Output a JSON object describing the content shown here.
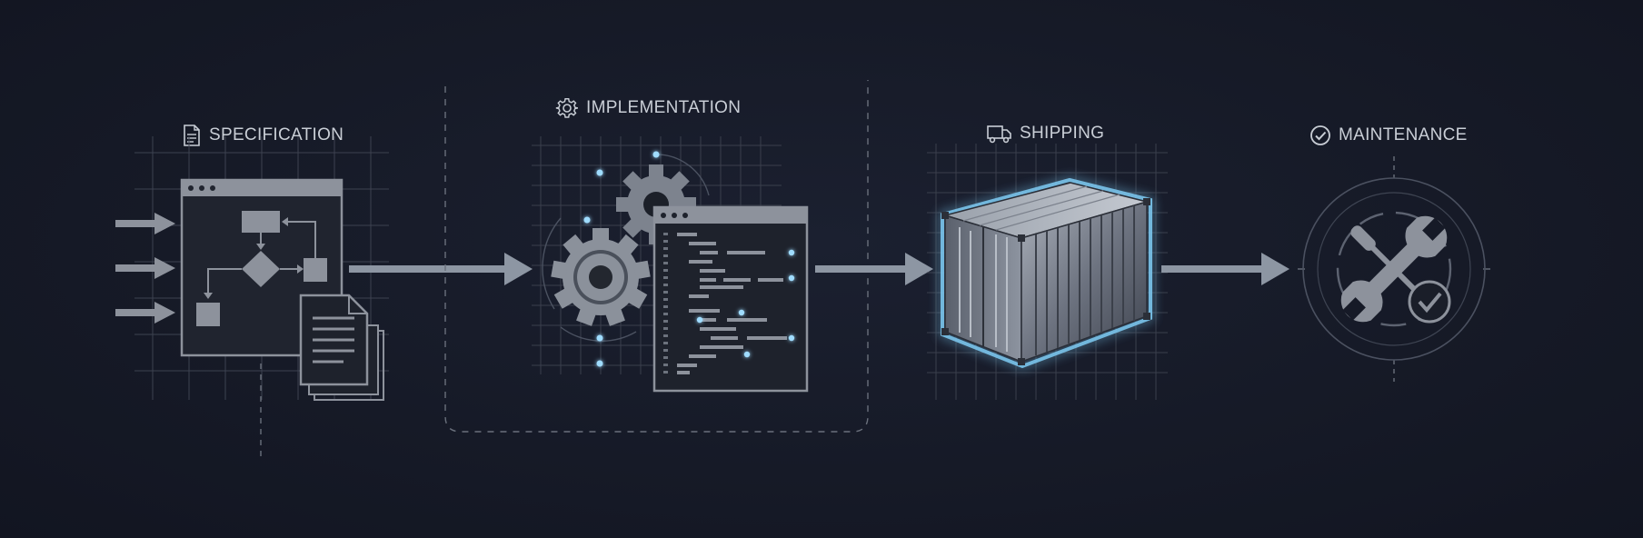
{
  "stages": [
    {
      "label": "SPECIFICATION",
      "icon": "document-icon"
    },
    {
      "label": "IMPLEMENTATION",
      "icon": "gear-icon"
    },
    {
      "label": "SHIPPING",
      "icon": "truck-icon"
    },
    {
      "label": "MAINTENANCE",
      "icon": "check-circle-icon"
    }
  ],
  "colors": {
    "background": "#161a27",
    "line": "#5b6170",
    "arrow": "#8d96a3",
    "glow": "#7cc8f0",
    "text": "#c9ced6"
  }
}
